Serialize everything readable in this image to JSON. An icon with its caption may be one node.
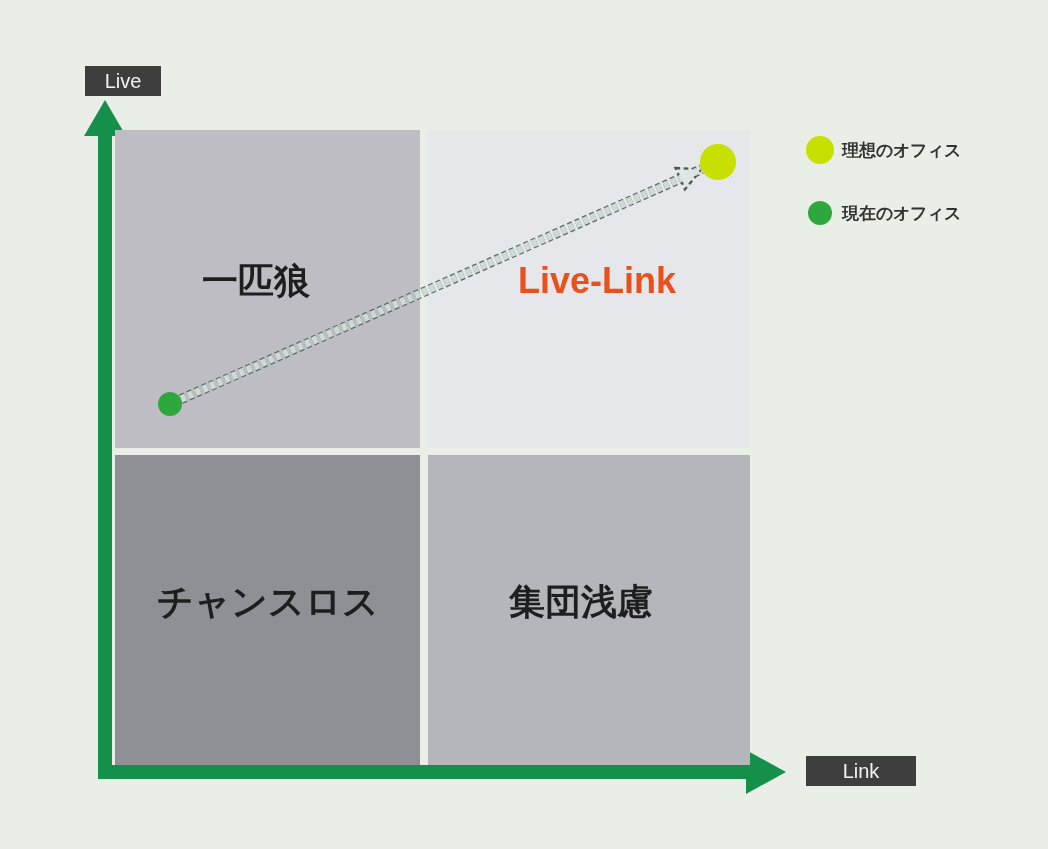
{
  "diagram": {
    "nodes": [
      {
        "text": [
          "一匹狼"
        ]
      },
      {
        "text": [
          "Live-Link"
        ]
      },
      {
        "text": [
          "チャンスロス"
        ]
      },
      {
        "text": [
          "集団浅慮"
        ]
      },
      {
        "text": [],
        "shape": "circle",
        "in": 0
      },
      {
        "text": [],
        "shape": "circle",
        "in": 1
      }
    ],
    "edges": [
      {
        "from": 4,
        "to": 5,
        "arrow": "to",
        "style": "dashed"
      }
    ],
    "labels": [
      "Live",
      "Link"
    ],
    "legend": [
      {
        "text": "理想のオフィス",
        "color": "#c8e000"
      },
      {
        "text": "現在のオフィス",
        "color": "#2ea83c"
      }
    ]
  }
}
